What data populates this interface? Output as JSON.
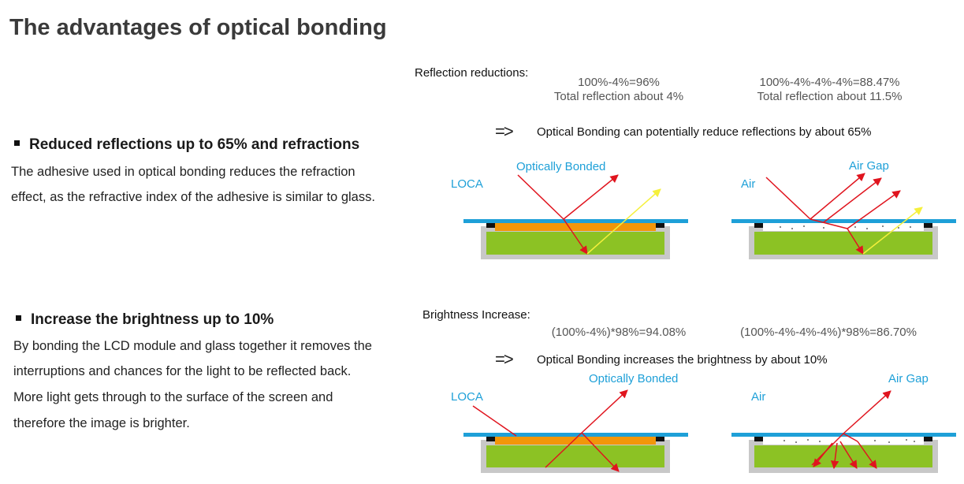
{
  "title": "The advantages of optical bonding",
  "section1": {
    "heading": "Reduced reflections up to 65% and refractions",
    "lines": [
      "The adhesive used in optical bonding reduces the refraction",
      "effect, as the refractive index of the adhesive is similar to glass."
    ],
    "panel_label": "Reflection reductions:",
    "left_formula": "100%-4%=96%",
    "left_total": "Total reflection about 4%",
    "right_formula": "100%-4%-4%-4%=88.47%",
    "right_total": "Total reflection about 11.5%",
    "arrow": "=>",
    "conclusion": "Optical Bonding can potentially reduce reflections by about 65%",
    "label_bonded": "Optically Bonded",
    "label_loca": "LOCA",
    "label_airgap": "Air Gap",
    "label_air": "Air"
  },
  "section2": {
    "heading": "Increase the brightness up to 10%",
    "lines": [
      "By bonding the LCD module and glass together it removes the",
      "interruptions and chances for the light to be reflected back.",
      "More light gets through to the surface of the screen and",
      "therefore the image is brighter."
    ],
    "panel_label": "Brightness Increase:",
    "left_formula": "(100%-4%)*98%=94.08%",
    "right_formula": "(100%-4%-4%-4%)*98%=86.70%",
    "arrow": "=>",
    "conclusion": "Optical Bonding increases the brightness by about 10%",
    "label_bonded": "Optically Bonded",
    "label_loca": "LOCA",
    "label_airgap": "Air Gap",
    "label_air": "Air"
  },
  "colors": {
    "glass": "#1ea0d8",
    "loca": "#f2960a",
    "lcd": "#8cc224",
    "frame": "#c8c8c8",
    "ray": "#e0141e",
    "transmitted": "#f5f03c"
  }
}
